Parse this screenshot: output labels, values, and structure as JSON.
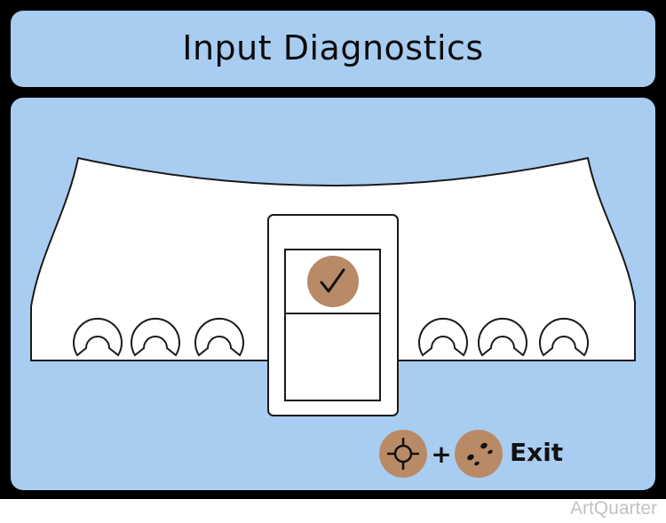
{
  "window": {
    "title": "Input Diagnostics"
  },
  "footer": {
    "plus": "+",
    "exit_label": "Exit"
  },
  "indicators": {
    "upper_slot": "check-icon",
    "lower_slot": "empty"
  },
  "icons": {
    "left_button": "target-icon",
    "right_button": "footprints-icon"
  },
  "watermark": "ArtQuarter",
  "colors": {
    "panel": "#a9cdf1",
    "frame": "#000000",
    "button": "#b98a66"
  }
}
